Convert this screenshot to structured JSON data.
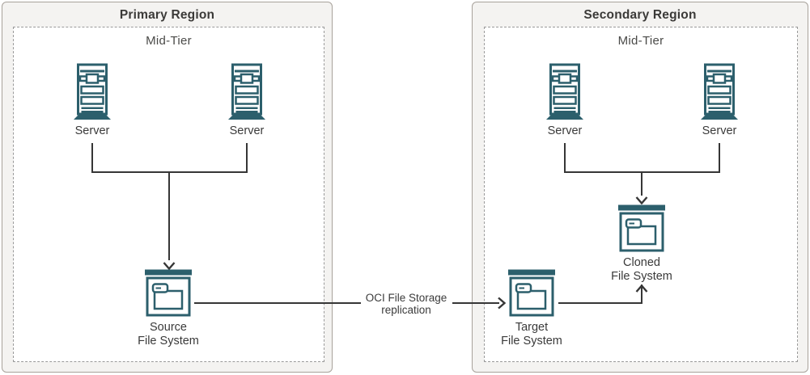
{
  "primary": {
    "title": "Primary Region",
    "midtier_label": "Mid-Tier",
    "server_labels": [
      "Server",
      "Server"
    ],
    "file_system_label": {
      "line1": "Source",
      "line2": "File System"
    }
  },
  "secondary": {
    "title": "Secondary Region",
    "midtier_label": "Mid-Tier",
    "server_labels": [
      "Server",
      "Server"
    ],
    "cloned_label": {
      "line1": "Cloned",
      "line2": "File System"
    },
    "target_label": {
      "line1": "Target",
      "line2": "File System"
    }
  },
  "replication": {
    "line1": "OCI File Storage",
    "line2": "replication"
  },
  "icons": {
    "server": "server-tower-icon",
    "file_system": "file-system-window-folder-icon"
  },
  "colors": {
    "icon_teal": "#2C5F6C",
    "connector": "#363636",
    "region_fill": "#F4F3F1",
    "region_border": "#A8A29B",
    "inner_border_dashed": "#9A9A9A",
    "text": "#3A3A3A"
  }
}
